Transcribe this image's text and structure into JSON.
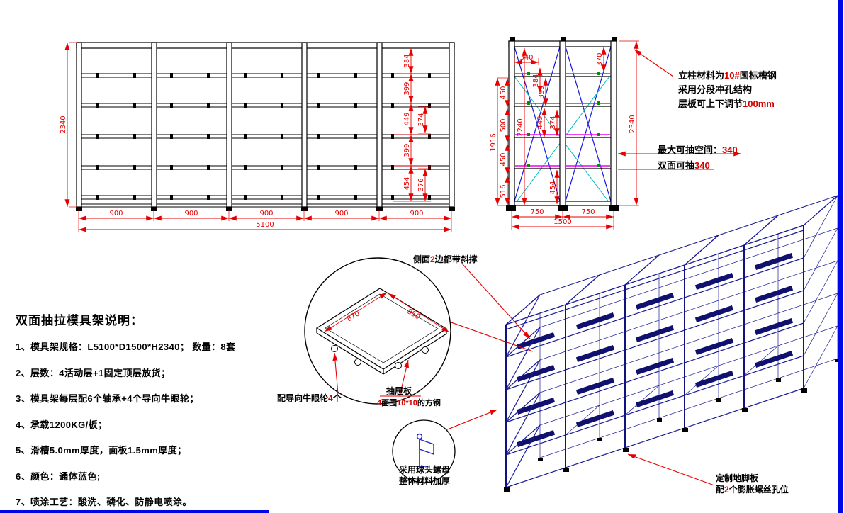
{
  "front_view": {
    "dim_height": "2340",
    "dim_bays": [
      "900",
      "900",
      "900",
      "900",
      "900"
    ],
    "dim_total": "5100",
    "chain_a": [
      "384",
      "399",
      "449",
      "399",
      "454"
    ],
    "chain_b": [
      "374",
      "376"
    ]
  },
  "side_view": {
    "dim_top": "340",
    "dim_384": "384",
    "dim_370": "370",
    "dim_1916": "1916",
    "chain": [
      "450",
      "500",
      "450",
      "516"
    ],
    "dim_2240": "2240",
    "dim_2340": "2340",
    "inner": [
      "399",
      "449",
      "374",
      "454"
    ],
    "dim_bottom": [
      "750",
      "750"
    ],
    "dim_bottom_total": "1500"
  },
  "drawer_detail": {
    "dim_a": "870",
    "dim_b": "850",
    "label_plate": "抽屉板",
    "plate_n1": "4",
    "plate_t1": "面围",
    "plate_n2": "10*10",
    "plate_t2": "的方钢",
    "wheel_pre": "配导向牛眼轮",
    "wheel_num": "4",
    "wheel_post": "个"
  },
  "callouts": {
    "column_line1_pre": "立柱材料为",
    "column_line1_num": "10#",
    "column_line1_post": "国标槽钢",
    "column_line2": "采用分段冲孔结构",
    "column_line3_pre": "层板可上下调节",
    "column_line3_num": "100mm",
    "pull_line1_pre": "最大可抽空间：",
    "pull_line1_num": "340",
    "pull_line2_pre": "双面可抽",
    "pull_line2_num": "340",
    "brace_pre": "侧面",
    "brace_num": "2",
    "brace_post": "边都带斜撑",
    "nut_line1": "采用球头螺母",
    "nut_line2": "整体材料加厚",
    "foot_line1": "定制地脚板",
    "foot_line2_pre": "配",
    "foot_line2_num": "2",
    "foot_line2_post": "个膨胀螺丝孔位"
  },
  "description": {
    "title": "双面抽拉模具架说明：",
    "items": [
      "1、模具架规格：L5100*D1500*H2340；  数量：8套",
      "2、层数：4活动层+1固定顶层放货；",
      "3、模具架每层配6个轴承+4个导向牛眼轮；",
      "4、承载1200KG/板；",
      "5、滑槽5.0mm厚度，面板1.5mm厚度；",
      "6、颜色：通体蓝色;",
      "7、喷涂工艺：酸洗、磷化、防静电喷涂。"
    ]
  }
}
